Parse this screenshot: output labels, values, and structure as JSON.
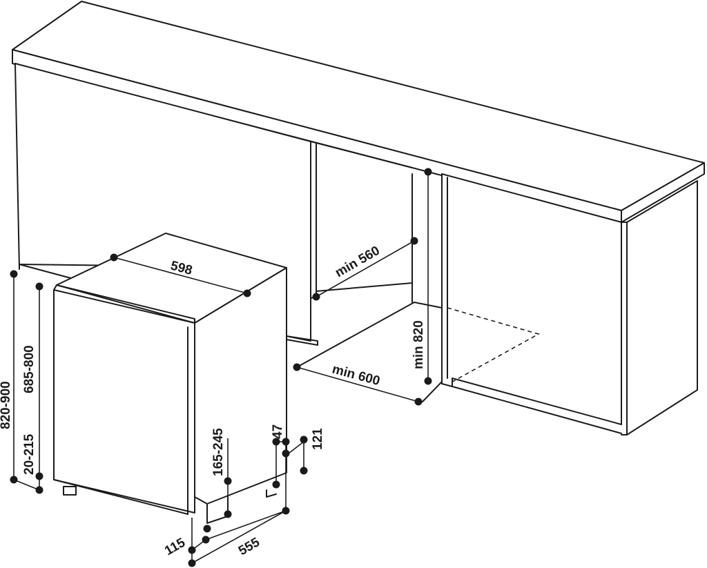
{
  "dimensions": {
    "width": "598",
    "min_depth_niche": "min 560",
    "min_width_niche": "min 600",
    "min_height_niche": "min 820",
    "total_height": "820-900",
    "body_height": "685-800",
    "foot_adjust": "20-215",
    "plinth_height": "165-245",
    "plinth_set_back": "47",
    "plinth_depth": "121",
    "door_offset": "115",
    "appliance_depth": "555"
  },
  "colors": {
    "line": "#1a1a1a",
    "background": "#ffffff"
  }
}
